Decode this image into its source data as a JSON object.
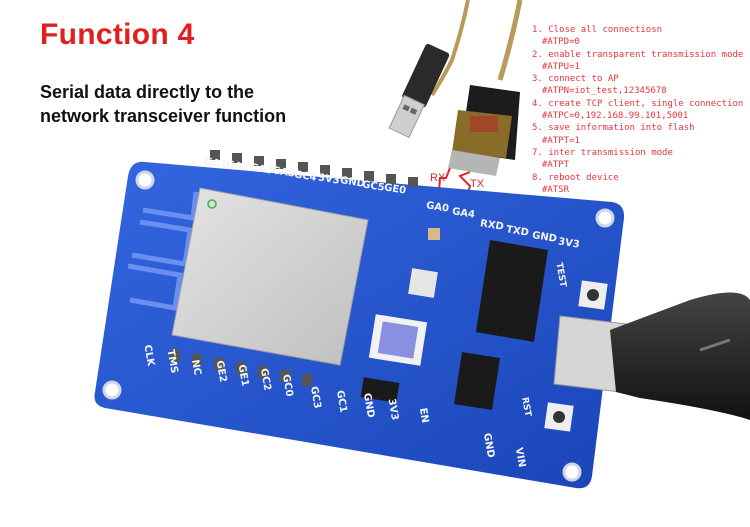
{
  "heading": {
    "title": "Function 4",
    "subtitle_line1": "Serial data directly to the",
    "subtitle_line2": "network transceiver function"
  },
  "instructions": [
    {
      "step": "1. Close all connectiosn",
      "command": "#ATPD=0"
    },
    {
      "step": "2. enable transparent transmission mode",
      "command": "#ATPU=1"
    },
    {
      "step": "3. connect to AP",
      "command": "#ATPN=iot_test,12345678"
    },
    {
      "step": "4. create TCP client, single connection",
      "command": "#ATPC=0,192.168.99.101,5001"
    },
    {
      "step": "5. save information into flash",
      "command": "#ATPT=1"
    },
    {
      "step": "7. inter transmission mode",
      "command": "#ATPT"
    },
    {
      "step": "8. reboot device",
      "command": "#ATSR"
    }
  ],
  "wiring": {
    "rx": "RX",
    "tx": "TX"
  },
  "board": {
    "top_pins": [
      "GA1",
      "GA2",
      "GA3",
      "GA5",
      "GC4",
      "3V3",
      "GND",
      "GC5",
      "GE0",
      "GA0",
      "GA4",
      "RXD",
      "TXD",
      "GND",
      "3V3"
    ],
    "bottom_pins": [
      "CLK",
      "TMS",
      "NC",
      "GE2",
      "GE1",
      "GC2",
      "GC0",
      "GC3",
      "GC1",
      "GND",
      "3V3",
      "EN",
      "GND",
      "VIN"
    ],
    "buttons": [
      "TEST",
      "RST"
    ]
  },
  "colors": {
    "title": "#e0201c",
    "instructions": "#e8343a",
    "pcb": "#1f4fcf",
    "wire": "#d82a2a"
  }
}
